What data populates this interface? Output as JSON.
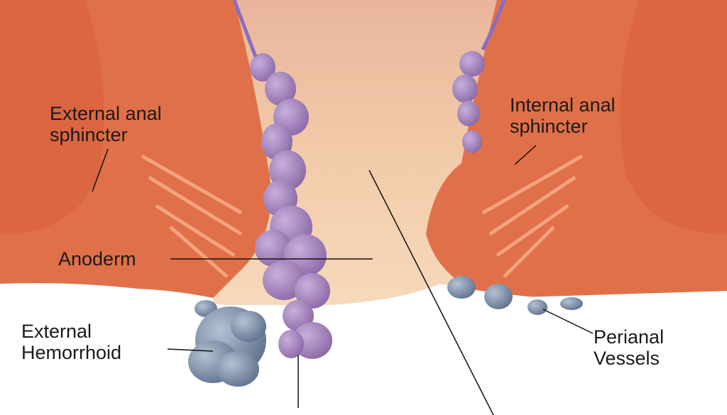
{
  "labels": {
    "external_sphincter": [
      "External anal",
      "sphincter"
    ],
    "internal_sphincter": [
      "Internal anal",
      "sphincter"
    ],
    "anoderm": "Anoderm",
    "external_hemorrhoid": [
      "External",
      "Hemorrhoid"
    ],
    "perianal_vessels": [
      "Perianal",
      "Vessels"
    ]
  },
  "colors": {
    "muscle": "#e0704a",
    "muscle_dark": "#c9532f",
    "canal": "#f0c9a8",
    "internal_hemorrhoid": "#a98bc2",
    "external_hemorrhoid": "#8b9cb4",
    "background": "#ffffff"
  }
}
